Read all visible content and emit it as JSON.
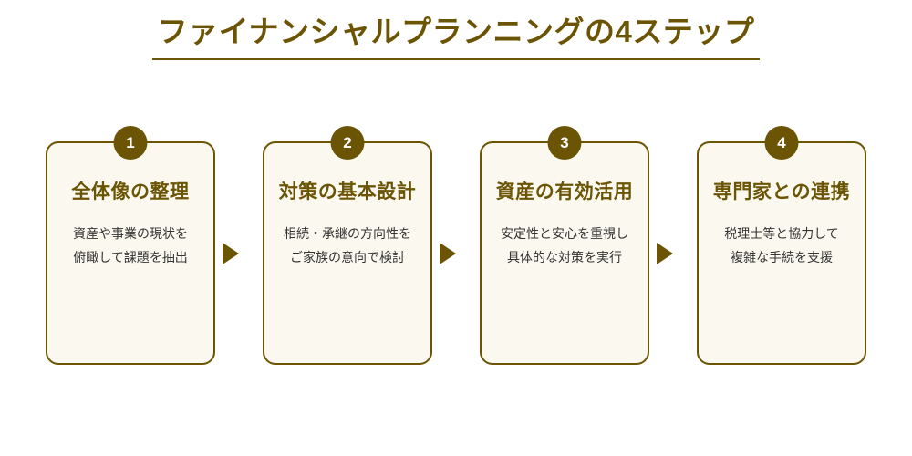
{
  "header": {
    "title": "ファイナンシャルプランニングの4ステップ"
  },
  "colors": {
    "accent": "#6b5505",
    "card_background": "#fbf9ef",
    "page_background": "#ffffff",
    "body_text": "#333333",
    "badge_text": "#ffffff"
  },
  "arrow_icon": "triangle-right-icon",
  "steps": [
    {
      "number": "1",
      "heading": "全体像の整理",
      "body_line1": "資産や事業の現状を",
      "body_line2": "俯瞰して課題を抽出"
    },
    {
      "number": "2",
      "heading": "対策の基本設計",
      "body_line1": "相続・承継の方向性を",
      "body_line2": "ご家族の意向で検討"
    },
    {
      "number": "3",
      "heading": "資産の有効活用",
      "body_line1": "安定性と安心を重視し",
      "body_line2": "具体的な対策を実行"
    },
    {
      "number": "4",
      "heading": "専門家との連携",
      "body_line1": "税理士等と協力して",
      "body_line2": "複雑な手続を支援"
    }
  ]
}
